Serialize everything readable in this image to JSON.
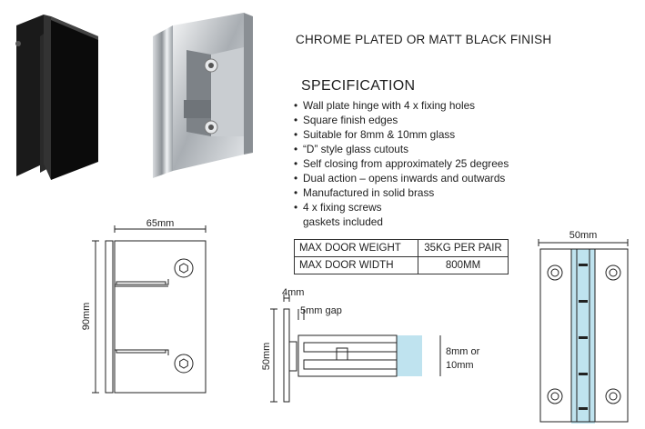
{
  "heading": "CHROME PLATED OR MATT BLACK FINISH",
  "spec_title": "SPECIFICATION",
  "spec_items": [
    "Wall plate hinge with 4 x fixing holes",
    "Square finish edges",
    "Suitable for 8mm & 10mm glass",
    "“D” style glass cutouts",
    "Self closing from approximately 25 degrees",
    "Dual action – opens inwards and outwards",
    "Manufactured in solid brass",
    "4 x fixing screws",
    "gaskets included"
  ],
  "table": {
    "rows": [
      {
        "label": "MAX DOOR WEIGHT",
        "value": "35KG PER PAIR"
      },
      {
        "label": "MAX DOOR WIDTH",
        "value": "800MM"
      }
    ]
  },
  "dimensions": {
    "front_width": "65mm",
    "front_height": "90mm",
    "side_plate": "4mm",
    "side_gap": "5mm gap",
    "side_height": "50mm",
    "glass_line1": "8mm or",
    "glass_line2": "10mm",
    "hinge_width": "50mm"
  },
  "colors": {
    "black_finish": "#0b0b0b",
    "chrome": "#bfc3c8",
    "glass_highlight": "#bfe3ef"
  }
}
